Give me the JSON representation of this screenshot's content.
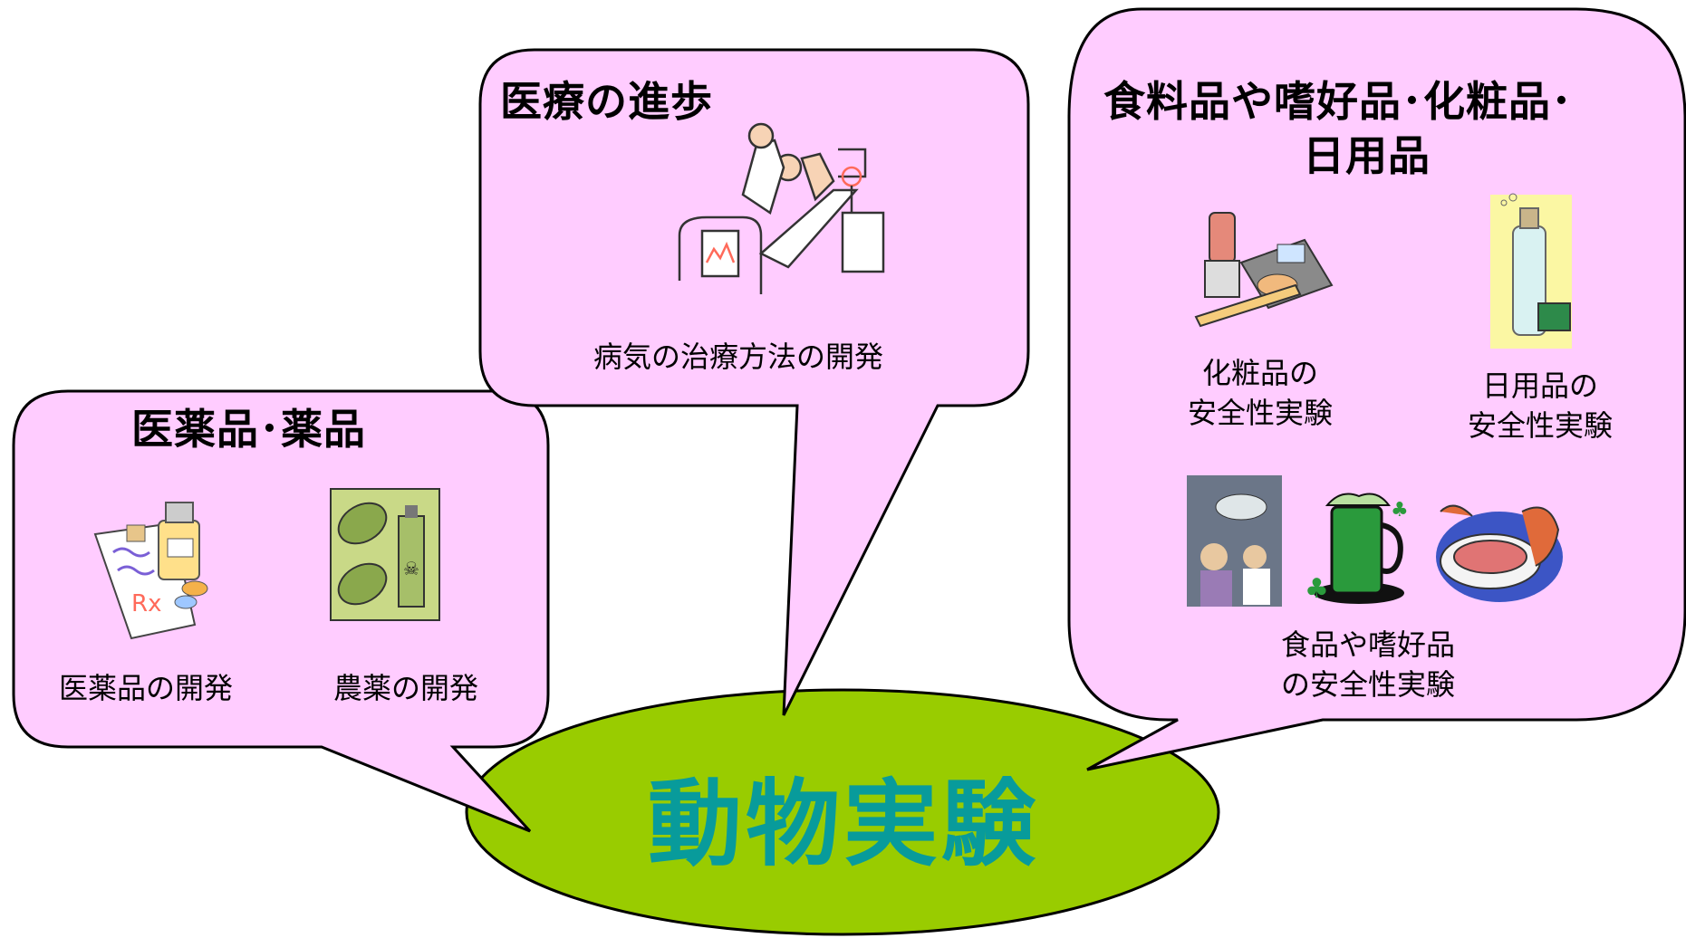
{
  "center": {
    "label": "動物実験",
    "color": "#089b9b",
    "fill": "#99cc00"
  },
  "bubble_fill": "#ffccff",
  "bubbles": {
    "drugs": {
      "title": "医薬品･薬品",
      "items": [
        {
          "label": "医薬品の開発",
          "icon": "medicine-icon"
        },
        {
          "label": "農薬の開発",
          "icon": "pesticide-icon"
        }
      ]
    },
    "medical": {
      "title": "医療の進歩",
      "items": [
        {
          "label": "病気の治療方法の開発",
          "icon": "hospital-patient-icon"
        }
      ]
    },
    "products": {
      "title_line1": "食料品や嗜好品･化粧品･",
      "title_line2": "日用品",
      "items": [
        {
          "line1": "化粧品の",
          "line2": "安全性実験",
          "icon": "cosmetics-icon"
        },
        {
          "line1": "日用品の",
          "line2": "安全性実験",
          "icon": "spray-bottle-icon"
        },
        {
          "line1": "食品や嗜好品",
          "line2": "の安全性実験",
          "icons": [
            "tobacco-icon",
            "beer-mug-icon",
            "meat-icon"
          ]
        }
      ]
    }
  }
}
